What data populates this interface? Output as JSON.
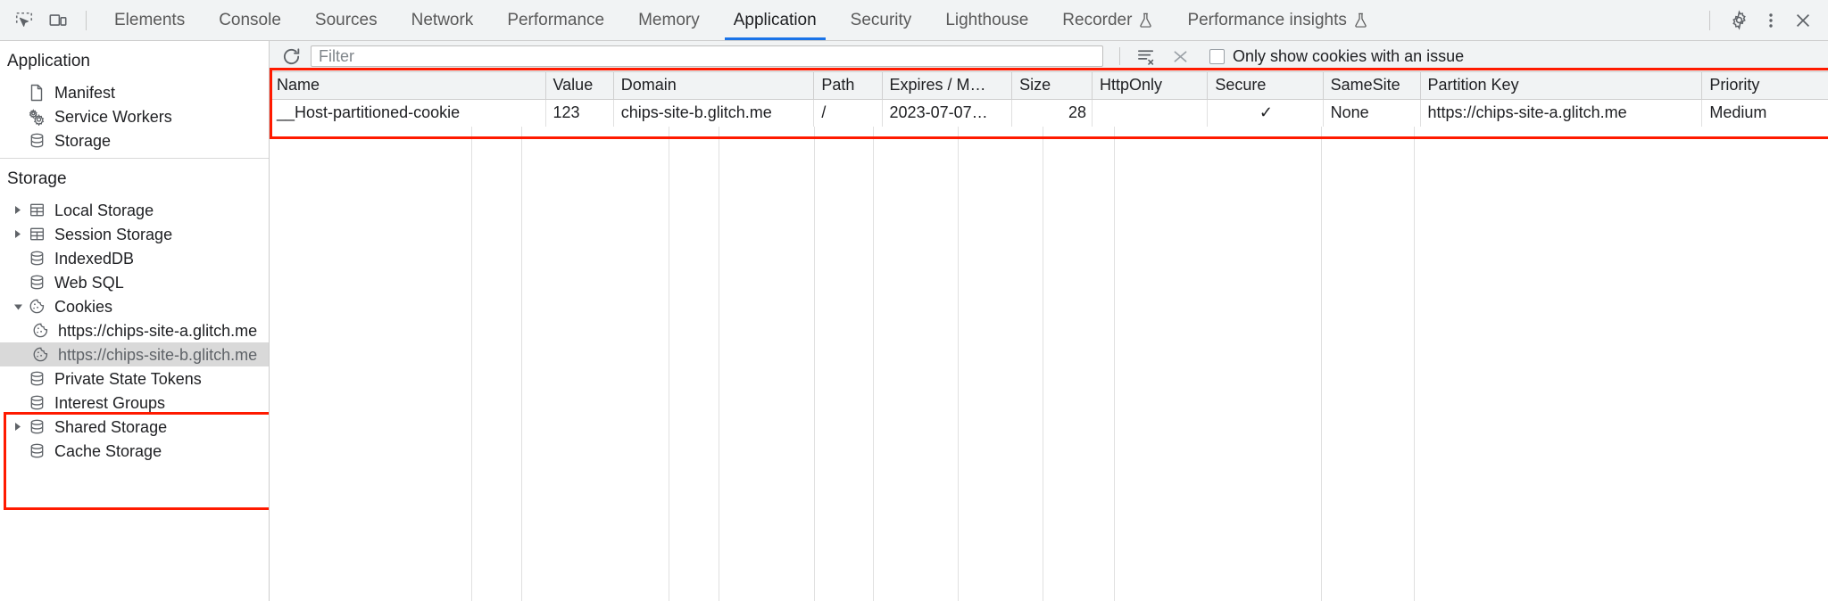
{
  "toolbar": {
    "inspect_icon": "inspect-element-icon",
    "device_icon": "device-toolbar-icon",
    "tabs": [
      {
        "label": "Elements",
        "active": false,
        "experimental": false
      },
      {
        "label": "Console",
        "active": false,
        "experimental": false
      },
      {
        "label": "Sources",
        "active": false,
        "experimental": false
      },
      {
        "label": "Network",
        "active": false,
        "experimental": false
      },
      {
        "label": "Performance",
        "active": false,
        "experimental": false
      },
      {
        "label": "Memory",
        "active": false,
        "experimental": false
      },
      {
        "label": "Application",
        "active": true,
        "experimental": false
      },
      {
        "label": "Security",
        "active": false,
        "experimental": false
      },
      {
        "label": "Lighthouse",
        "active": false,
        "experimental": false
      },
      {
        "label": "Recorder",
        "active": false,
        "experimental": true
      },
      {
        "label": "Performance insights",
        "active": false,
        "experimental": true
      }
    ],
    "settings_icon": "gear-icon",
    "more_icon": "more-vertical-icon",
    "close_icon": "close-icon",
    "active_tab_underline_color": "#1a73e8"
  },
  "sidebar": {
    "application_section": {
      "title": "Application",
      "items": [
        {
          "label": "Manifest",
          "icon": "document-icon",
          "twisty": "none",
          "selected": false
        },
        {
          "label": "Service Workers",
          "icon": "gears-icon",
          "twisty": "none",
          "selected": false
        },
        {
          "label": "Storage",
          "icon": "database-icon",
          "twisty": "none",
          "selected": false
        }
      ]
    },
    "storage_section": {
      "title": "Storage",
      "items": [
        {
          "label": "Local Storage",
          "icon": "table-icon",
          "twisty": "collapsed",
          "selected": false
        },
        {
          "label": "Session Storage",
          "icon": "table-icon",
          "twisty": "collapsed",
          "selected": false
        },
        {
          "label": "IndexedDB",
          "icon": "database-icon",
          "twisty": "none",
          "selected": false
        },
        {
          "label": "Web SQL",
          "icon": "database-icon",
          "twisty": "none",
          "selected": false
        },
        {
          "label": "Cookies",
          "icon": "cookie-icon",
          "twisty": "expanded",
          "selected": false
        },
        {
          "label": "https://chips-site-a.glitch.me",
          "icon": "cookie-icon",
          "twisty": "none",
          "selected": false,
          "child": true
        },
        {
          "label": "https://chips-site-b.glitch.me",
          "icon": "cookie-icon",
          "twisty": "none",
          "selected": true,
          "child": true
        },
        {
          "label": "Private State Tokens",
          "icon": "database-icon",
          "twisty": "none",
          "selected": false
        },
        {
          "label": "Interest Groups",
          "icon": "database-icon",
          "twisty": "none",
          "selected": false
        },
        {
          "label": "Shared Storage",
          "icon": "database-icon",
          "twisty": "collapsed",
          "selected": false
        },
        {
          "label": "Cache Storage",
          "icon": "database-icon",
          "twisty": "none",
          "selected": false
        }
      ]
    }
  },
  "filterbar": {
    "refresh_icon": "refresh-icon",
    "filter_placeholder": "Filter",
    "filter_value": "",
    "clear_all_icon": "clear-all-cookies-icon",
    "clear_filtered_icon": "clear-filtered-icon",
    "checkbox_label": "Only show cookies with an issue",
    "checkbox_checked": false
  },
  "cookie_table": {
    "columns": [
      "Name",
      "Value",
      "Domain",
      "Path",
      "Expires / M…",
      "Size",
      "HttpOnly",
      "Secure",
      "SameSite",
      "Partition Key",
      "Priority"
    ],
    "rows": [
      {
        "Name": "__Host-partitioned-cookie",
        "Value": "123",
        "Domain": "chips-site-b.glitch.me",
        "Path": "/",
        "Expires / M…": "2023-07-07…",
        "Size": "28",
        "HttpOnly": "",
        "Secure": "✓",
        "SameSite": "None",
        "Partition Key": "https://chips-site-a.glitch.me",
        "Priority": "Medium"
      }
    ]
  },
  "annotations": {
    "color": "#ff1a00",
    "boxes": [
      "cookie-table-highlight",
      "cookies-tree-highlight"
    ]
  }
}
